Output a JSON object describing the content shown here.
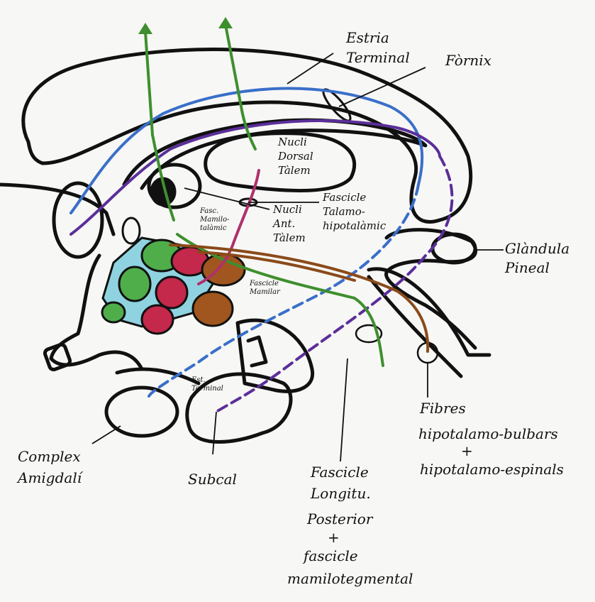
{
  "labels": {
    "estria_1": "Estria",
    "estria_2": "Terminal",
    "fornix": "Fòrnix",
    "nucli_dorsal_1": "Nucli",
    "nucli_dorsal_2": "Dorsal",
    "nucli_dorsal_3": "Tàlem",
    "fascicle_talamo_1": "Fascicle",
    "fascicle_talamo_2": "Talamo-",
    "fascicle_talamo_3": "hipotalàmic",
    "nucli_ant_1": "Nucli",
    "nucli_ant_2": "Ant.",
    "nucli_ant_3": "Tàlem",
    "fasc_mamilo_1": "Fasc.",
    "fasc_mamilo_2": "Mamilo-",
    "fasc_mamilo_3": "talàmic",
    "fascicle_mamilar_1": "Fascicle",
    "fascicle_mamilar_2": "Mamilar",
    "glandula_1": "Glàndula",
    "glandula_2": "Pineal",
    "est_terminal_1": "Est.",
    "est_terminal_2": "Terminal",
    "complex_1": "Complex",
    "complex_2": "Amigdalí",
    "subcal": "Subcal",
    "long_1": "Fascicle",
    "long_2": "Longitu.",
    "long_3": "Posterior",
    "long_plus": "+",
    "long_4": "fascicle",
    "long_5": "mamilotegmental",
    "fibres_1": "Fibres",
    "fibres_2": "hipotalamo-bulbars",
    "fibres_plus": "+",
    "fibres_3": "hipotalamo-espinals"
  },
  "colors": {
    "ink": "#111111",
    "blue": "#3a6fc9",
    "purple": "#5b2e9a",
    "green": "#3e8f2e",
    "magenta": "#b0306a",
    "brown": "#8a4a1a",
    "cyan_fill": "#8fd3e0",
    "crimson_fill": "#c4284a",
    "green_fill": "#4fae4a",
    "brown_fill": "#a0561e"
  }
}
